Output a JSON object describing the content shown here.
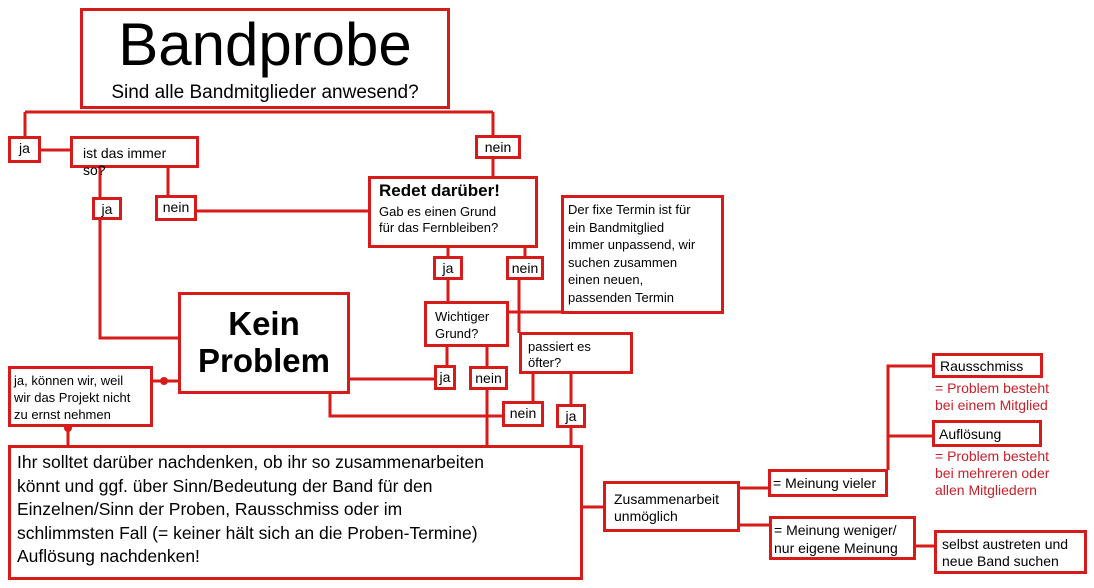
{
  "title": "Bandprobe",
  "question": "Sind alle Bandmitglieder anwesend?",
  "labels": {
    "ja": "ja",
    "nein": "nein"
  },
  "nodes": {
    "immer_so": "ist das immer so?",
    "redet_title": "Redet darüber!",
    "redet_question": "Gab es einen Grund\nfür das Fernbleiben?",
    "fixer_termin": "Der fixe Termin ist für\nein Bandmitglied\nimmer unpassend, wir\nsuchen zusammen\neinen neuen,\npassenden Termin",
    "wichtiger_grund": "Wichtiger\nGrund?",
    "kein_problem": "Kein\nProblem",
    "passiert_oefter": "passiert es\nöfter?",
    "ja_koennen_wir": "ja, können wir, weil\nwir das Projekt nicht\nzu ernst nehmen",
    "nachdenken": "Ihr solltet darüber nachdenken, ob ihr so zusammenarbeiten\nkönnt und ggf. über Sinn/Bedeutung der Band für den\nEinzelnen/Sinn der Proben, Rausschmiss oder im\nschlimmsten Fall (= keiner hält sich an die Proben-Termine)\nAuflösung nachdenken!",
    "zusammenarbeit": "Zusammenarbeit\nunmöglich",
    "meinung_vieler": "= Meinung vieler",
    "meinung_weniger": "= Meinung weniger/\nnur eigene Meinung",
    "rausschmiss": "Rausschmiss",
    "rausschmiss_note": "= Problem besteht\nbei einem Mitglied",
    "aufloesung": "Auflösung",
    "aufloesung_note": "= Problem besteht\nbei mehreren oder\nallen Mitgliedern",
    "austreten": "selbst austreten und\nneue Band suchen"
  },
  "colors": {
    "line": "#d71a1a",
    "note": "#c8202a"
  }
}
